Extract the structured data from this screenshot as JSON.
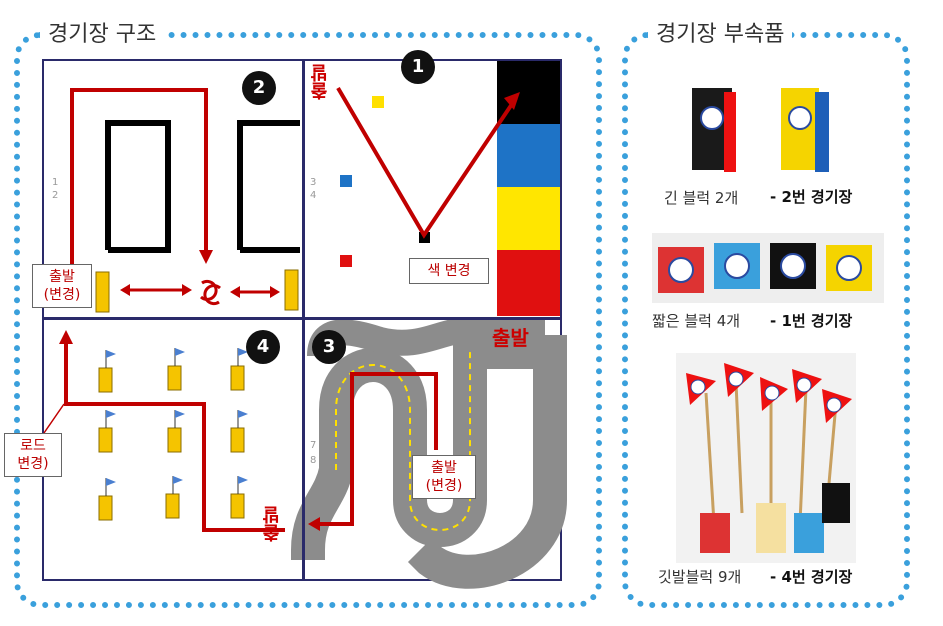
{
  "sections": {
    "structure_title": "경기장 구조",
    "accessories_title": "경기장 부속품"
  },
  "field": {
    "quadrant_numbers": [
      "1",
      "2",
      "3",
      "4"
    ],
    "start_label": "출발",
    "q1_callout": "색 변경",
    "q2_callout": "출발\n(변경)",
    "q3_callout": "출발\n(변경)",
    "q4_callout": "로드\n변경)",
    "tick_labels": [
      "1",
      "2",
      "3",
      "4",
      "7",
      "8"
    ]
  },
  "accessories": [
    {
      "caption": "긴 블럭 2개",
      "arena": "- 2번 경기장"
    },
    {
      "caption": "짧은 블럭 4개",
      "arena": "- 1번 경기장"
    },
    {
      "caption": "깃발블럭 9개",
      "arena": "- 4번 경기장"
    }
  ],
  "colors": {
    "frame_blue": "#3aa0dc",
    "path_red": "#c00000",
    "block_yellow": "#f5c400",
    "flag_blue": "#4a7fd0",
    "track_gray": "#8c8c8c",
    "lane_yellow": "#ffe000",
    "strip": [
      "#000000",
      "#1e73c6",
      "#ffe600",
      "#e01010"
    ]
  }
}
